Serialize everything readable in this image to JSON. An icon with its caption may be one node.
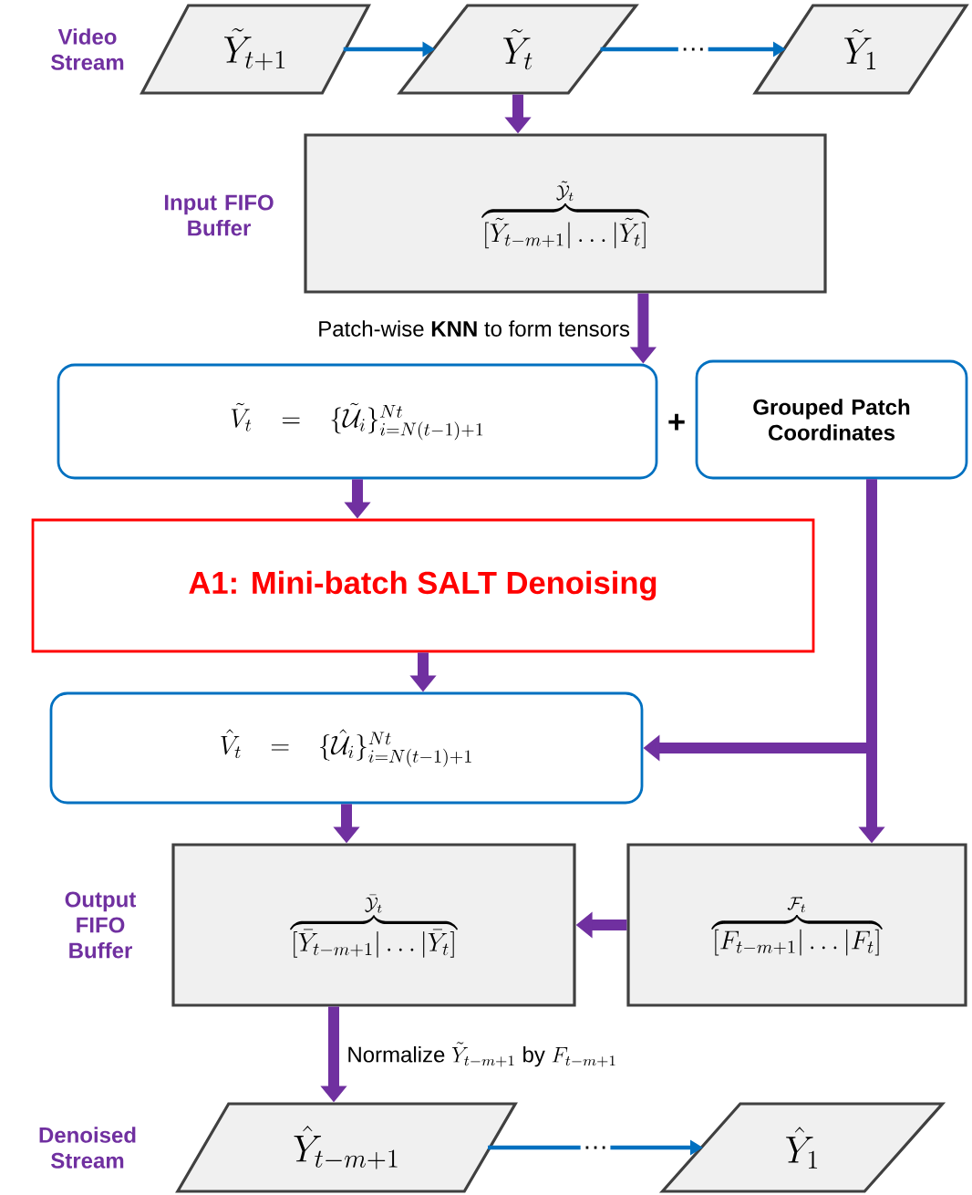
{
  "diagram": {
    "nodes": [
      {
        "text": [
          "\\tilde{Y}_{t+1}"
        ]
      },
      {
        "text": [
          "\\tilde{Y}_{t}"
        ]
      },
      {
        "text": [
          "\\tilde{Y}_{1}"
        ]
      },
      {
        "text": [
          "\\overbrace{[\\tilde{Y}_{t-m+1}|\\ldots|\\tilde{Y}_{t}]}^{\\tilde{\\mathcal{Y}}_{t}}"
        ],
        "beside": [
          "Input FIFO Buffer"
        ]
      },
      {
        "text": [
          "\\tilde{V}_{t}=\\{\\tilde{\\mathcal{U}}_{i}\\}_{i=N(t-1)+1}^{Nt}"
        ]
      },
      {
        "text": [
          "Grouped Patch Coordinates"
        ]
      },
      {
        "text": [
          "A1: Mini-batch SALT Denoising"
        ]
      },
      {
        "text": [
          "\\hat{V}_{t}=\\{\\hat{\\mathcal{U}}_{i}\\}_{i=N(t-1)+1}^{Nt}"
        ]
      },
      {
        "text": [
          "\\overbrace{[\\bar{Y}_{t-m+1}|\\ldots|\\bar{Y}_{t}]}^{\\bar{\\mathcal{Y}}_{t}}"
        ],
        "beside": [
          "Output FIFO Buffer"
        ]
      },
      {
        "text": [
          "\\overbrace{[F_{t-m+1}|\\ldots|F_{t}]}^{\\mathcal{F}_{t}}"
        ]
      },
      {
        "text": [
          "\\hat{Y}_{t-m+1}"
        ]
      },
      {
        "text": [
          "\\hat{Y}_{1}"
        ]
      }
    ],
    "edges": [
      {
        "from": 0,
        "to": 1,
        "arrow": "to",
        "color": "#0070c0"
      },
      {
        "from": 1,
        "to": 2,
        "arrow": "to",
        "color": "#0070c0",
        "label": "…"
      },
      {
        "from": 1,
        "to": 3,
        "arrow": "to"
      },
      {
        "from": 3,
        "to": 4,
        "arrow": "to",
        "label": "Patch-wise **KNN** to form tensors"
      },
      {
        "from": 4,
        "to": 6,
        "arrow": "to"
      },
      {
        "from": 6,
        "to": 7,
        "arrow": "to"
      },
      {
        "from": 5,
        "to": 7,
        "arrow": "to"
      },
      {
        "from": 5,
        "to": 9,
        "arrow": "to"
      },
      {
        "from": 7,
        "to": 8,
        "arrow": "to"
      },
      {
        "from": 9,
        "to": 8,
        "arrow": "to"
      },
      {
        "from": 8,
        "to": 10,
        "arrow": "to",
        "label": "\\text{Normalize }\\tilde{Y}_{t-m+1}\\text{ by }F_{t-m+1}"
      },
      {
        "from": 10,
        "to": 11,
        "arrow": "to",
        "color": "#0070c0",
        "label": "…"
      }
    ],
    "labels": [
      "Video Stream",
      "+",
      "Denoised Stream"
    ]
  }
}
